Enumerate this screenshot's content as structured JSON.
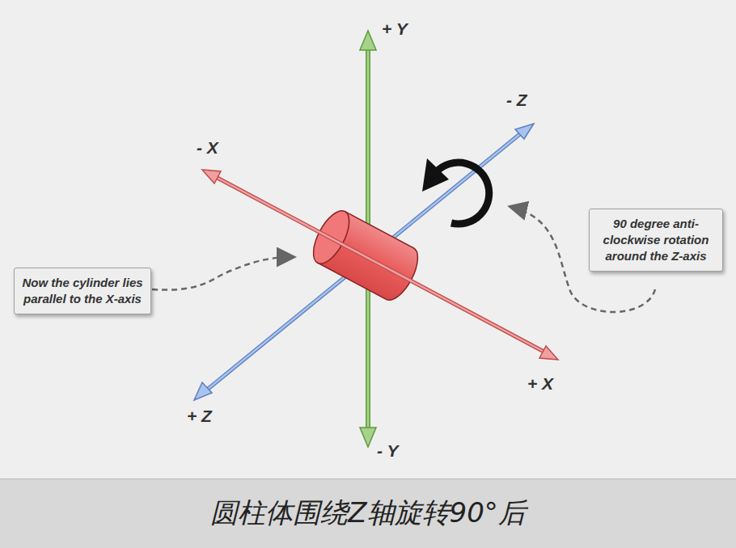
{
  "diagram": {
    "caption": "圆柱体围绕Z轴旋转90°后",
    "nodes": [
      {
        "text": [
          "Now the cylinder lies parallel to the X-axis"
        ]
      },
      {
        "text": [
          "90 degree anti-clockwise rotation around the Z-axis"
        ]
      }
    ],
    "labels": [
      "+ Y",
      "- Z",
      "- X",
      "+ X",
      "+ Z",
      "- Y"
    ]
  }
}
